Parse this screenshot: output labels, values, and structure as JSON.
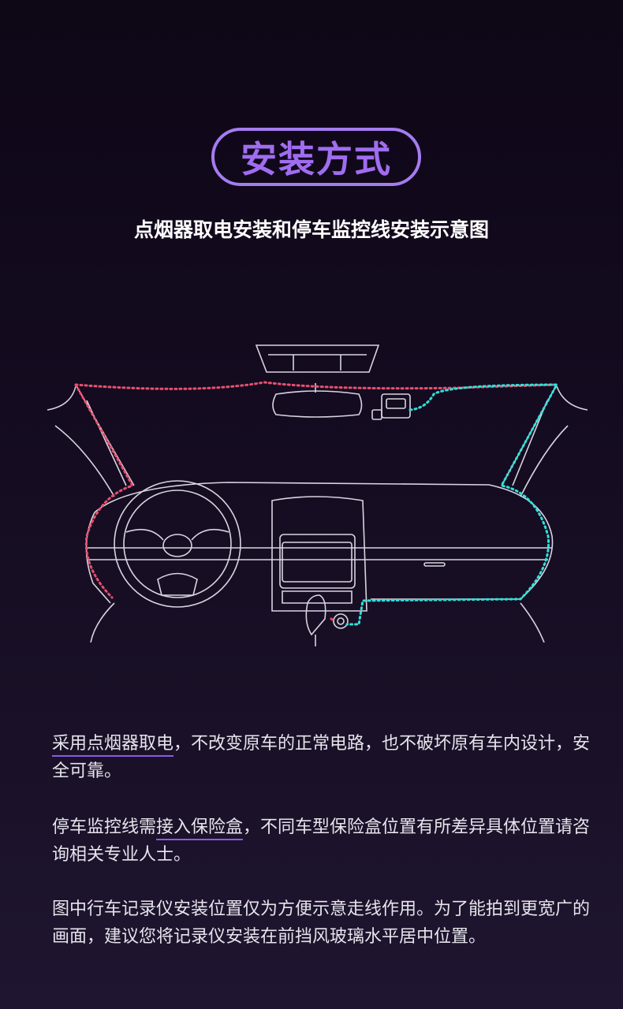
{
  "header": {
    "badge_title": "安装方式",
    "subtitle": "点烟器取电安装和停车监控线安装示意图"
  },
  "colors": {
    "accent": "#a57cf0",
    "power_line": "#e8506e",
    "parking_line": "#2fe0d8"
  },
  "paragraphs": [
    {
      "highlight": "采用点烟器取电",
      "rest": "，不改变原车的正常电路，也不破坏原有车内设计，安全可靠。"
    },
    {
      "before": "停车监控线需",
      "highlight": "接入保险盒",
      "rest": "，不同车型保险盒位置有所差异具体位置请咨询相关专业人士。"
    },
    {
      "text": "图中行车记录仪安装位置仅为方便示意走线作用。为了能拍到更宽广的画面，建议您将记录仪安装在前挡风玻璃水平居中位置。"
    }
  ]
}
